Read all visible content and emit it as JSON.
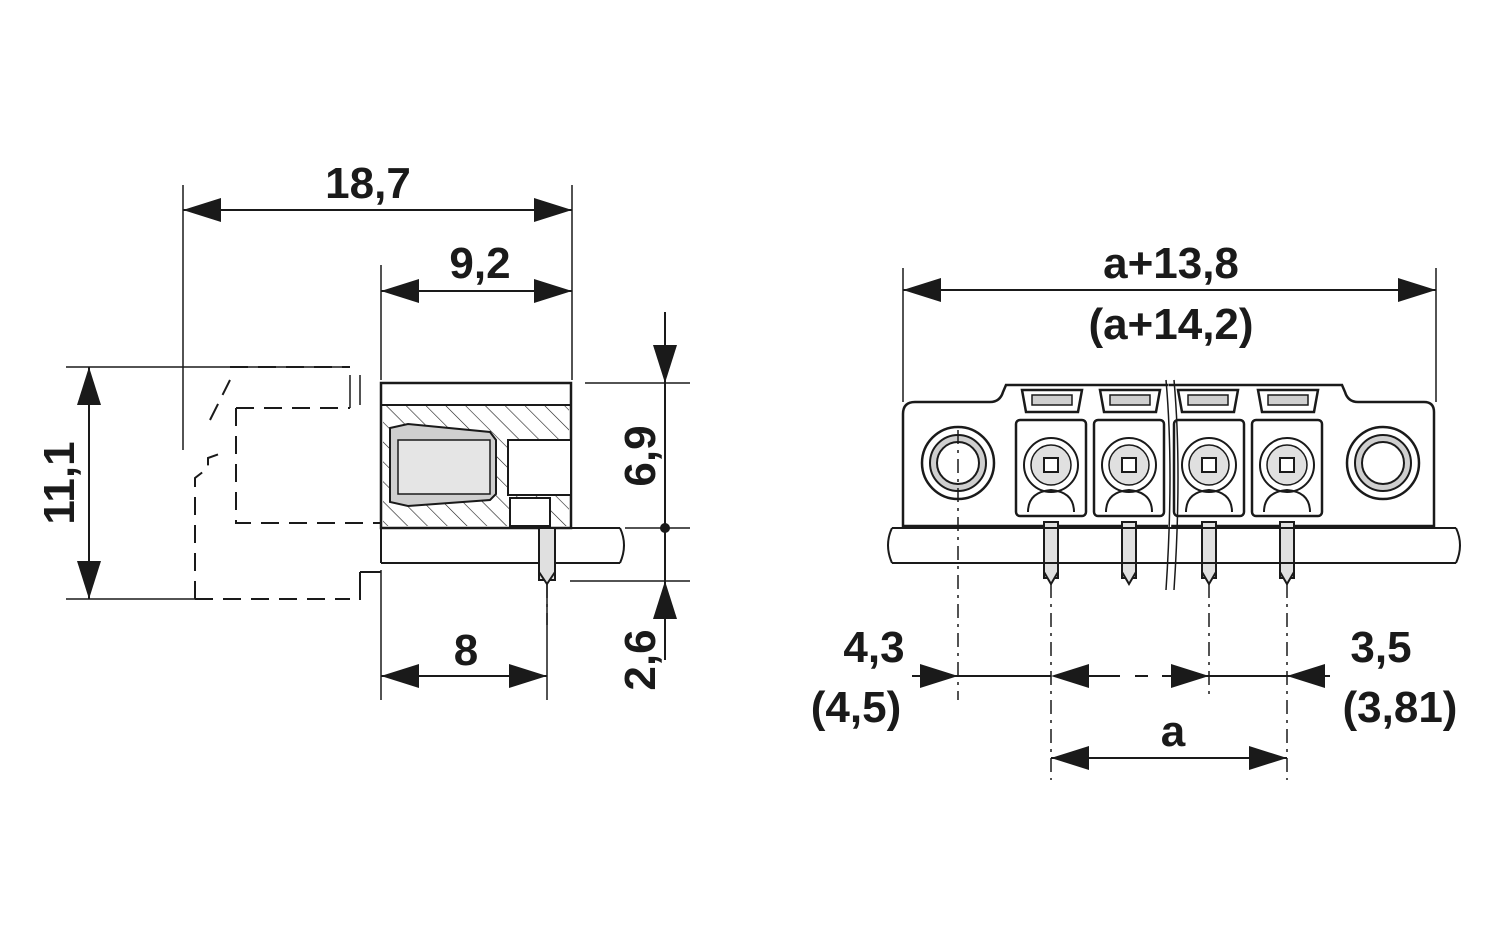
{
  "side_view": {
    "dim_overall_length": "18,7",
    "dim_housing_length": "9,2",
    "dim_pin_offset": "8",
    "dim_height_total": "11,1",
    "dim_height_upper": "6,9",
    "dim_height_pin": "2,6"
  },
  "front_view": {
    "dim_width": "a+13,8",
    "dim_width_alt": "(a+14,2)",
    "dim_left_offset": "4,3",
    "dim_left_offset_alt": "(4,5)",
    "dim_right_offset": "3,5",
    "dim_right_offset_alt": "(3,81)",
    "dim_pitch": "a"
  }
}
